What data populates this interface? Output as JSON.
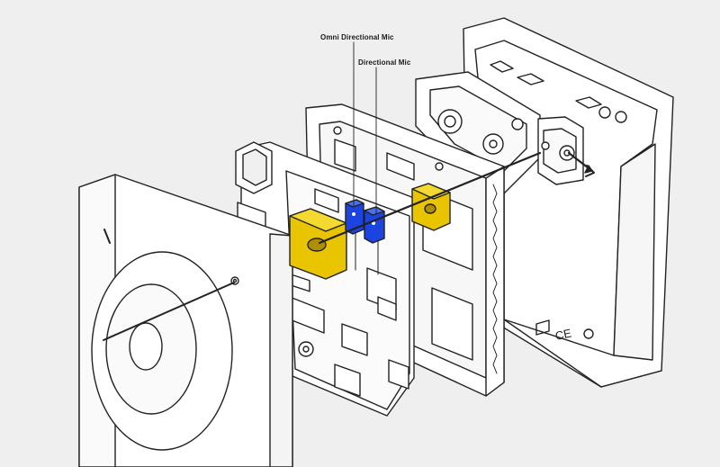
{
  "labels": {
    "omni_mic": "Omni Directional Mic",
    "directional_mic": "Directional Mic"
  },
  "colors": {
    "background": "#efefef",
    "line": "#222222",
    "gold_part": "#e9c400",
    "mic_blue": "#1c44e0"
  },
  "parts": [
    "front-cover",
    "dial",
    "pcb",
    "gold-gasket-large",
    "omni-directional-mic",
    "directional-mic",
    "gold-gasket-small",
    "mid-frame",
    "back-bracket",
    "wall-box"
  ]
}
